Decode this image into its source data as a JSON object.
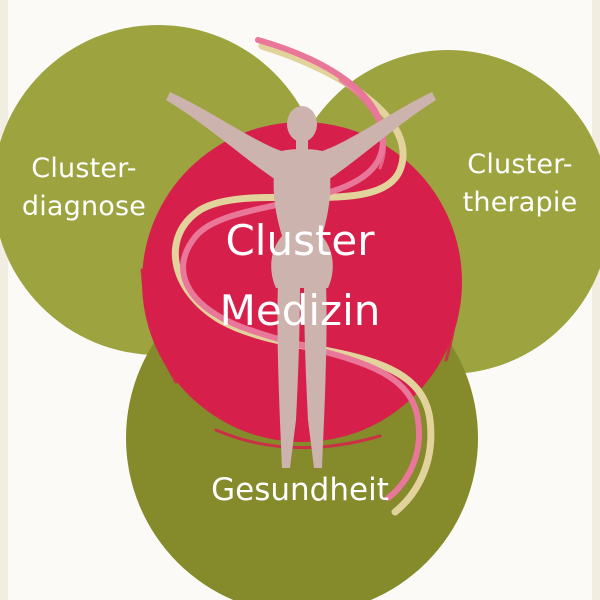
{
  "diagram": {
    "circles": {
      "left": {
        "line1": "Cluster-",
        "line2": "diagnose"
      },
      "right": {
        "line1": "Cluster-",
        "line2": "therapie"
      },
      "center": {
        "line1": "Cluster",
        "line2": "Medizin"
      },
      "bottom": {
        "label": "Gesundheit"
      }
    },
    "colors": {
      "olive_light": "#9ca33f",
      "olive_dark": "#858a2b",
      "red": "#d6204b",
      "figure": "#ccb3ad",
      "ribbon_pink": "#e9779a",
      "ribbon_beige": "#e2d39c",
      "text": "#ffffff"
    }
  }
}
